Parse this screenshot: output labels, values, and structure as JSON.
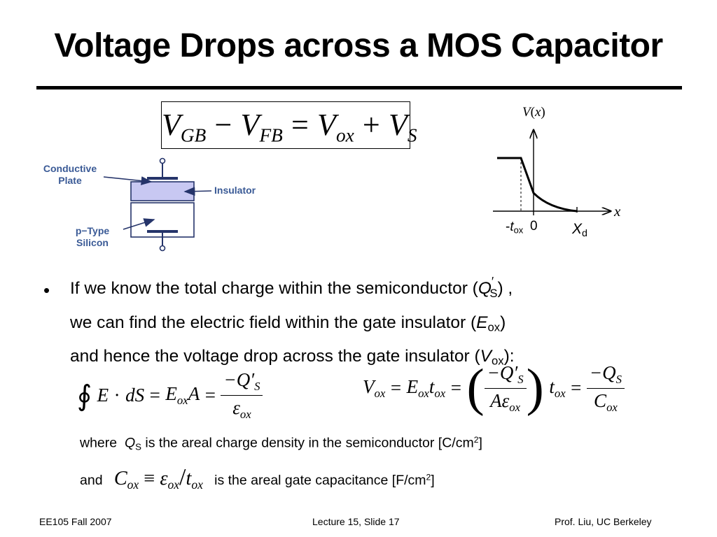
{
  "slide": {
    "title": "Voltage Drops across a MOS Capacitor"
  },
  "main_equation": {
    "lhs_1": "V",
    "lhs_1_sub": "GB",
    "minus": "−",
    "lhs_2": "V",
    "lhs_2_sub": "FB",
    "equals": "=",
    "rhs_1": "V",
    "rhs_1_sub": "ox",
    "plus": "+",
    "rhs_2": "V",
    "rhs_2_sub": "S"
  },
  "diagram": {
    "label_conductive_1": "Conductive",
    "label_conductive_2": "Plate",
    "label_insulator": "Insulator",
    "label_ptype_1": "p−Type",
    "label_ptype_2": "Silicon",
    "colors": {
      "label": "#3a5a96",
      "insulator_fill": "#c8c8f2",
      "outline": "#25346a"
    }
  },
  "plot": {
    "y_label_v": "V",
    "y_label_paren_open": "(",
    "y_label_x": "x",
    "y_label_paren_close": ")",
    "x_label": "x",
    "tick_tox_prefix": "-",
    "tick_tox_t": "t",
    "tick_tox_sub": "ox",
    "tick_zero": "0",
    "tick_xd": "X",
    "tick_xd_sub": "d"
  },
  "bullet": {
    "seg1": "If we know the total charge within the semiconductor (",
    "seg1_q": "Q",
    "seg1_q_prime": "′",
    "seg1_q_sub": "S",
    "seg1_end": ") ,",
    "seg2": "we can find the electric field within the gate insulator (",
    "seg2_e": "E",
    "seg2_e_sub": "ox",
    "seg2_end": ")",
    "seg3": "and hence the voltage drop across the gate insulator (",
    "seg3_v": "V",
    "seg3_v_sub": "ox",
    "seg3_end": "):"
  },
  "eq_gauss": {
    "integral": "∮",
    "e": "E",
    "dot": "·",
    "ds": "dS",
    "eq1": "=",
    "eox": "E",
    "eox_sub": "ox",
    "a": "A",
    "eq2": "=",
    "num": "−Q′",
    "num_sub": "S",
    "den": "ε",
    "den_sub": "ox"
  },
  "eq_vox": {
    "v": "V",
    "v_sub": "ox",
    "eq1": "=",
    "e": "E",
    "e_sub": "ox",
    "t": "t",
    "t_sub": "ox",
    "eq2": "=",
    "num": "−Q′",
    "num_sub": "S",
    "den_a": "A",
    "den_eps": "ε",
    "den_sub": "ox",
    "t2": "t",
    "t2_sub": "ox",
    "eq3": "=",
    "num2": "−Q",
    "num2_sub": "S",
    "den2": "C",
    "den2_sub": "ox"
  },
  "where_line": {
    "lead": "where",
    "q": "Q",
    "q_sub": "S",
    "text": " is the areal charge density in the semiconductor [C/cm",
    "sup": "2",
    "end": "]"
  },
  "and_line": {
    "lead": "and",
    "c": "C",
    "c_sub": "ox",
    "equiv": "≡",
    "eps": "ε",
    "eps_sub": "ox",
    "slash": "/",
    "t": "t",
    "t_sub": "ox",
    "text": "is the areal gate capacitance [F/cm",
    "sup": "2",
    "end": "]"
  },
  "footer": {
    "left": "EE105 Fall 2007",
    "center": "Lecture 15, Slide 17",
    "right": "Prof. Liu, UC Berkeley"
  }
}
